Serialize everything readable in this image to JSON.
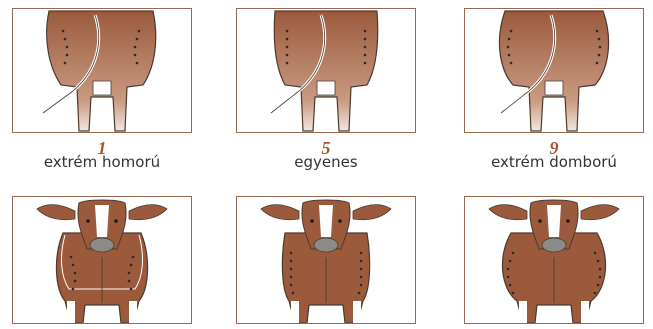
{
  "items": [
    {
      "score": "1",
      "label": "extrém homorú",
      "shape": "concave"
    },
    {
      "score": "5",
      "label": "egyenes",
      "shape": "straight"
    },
    {
      "score": "9",
      "label": "extrém domború",
      "shape": "convex"
    }
  ],
  "colors": {
    "coat": "#9b5a3c",
    "coat_light": "#d9b8a4",
    "outline": "#4a3a30",
    "score": "#b0532a",
    "frame": "#9a6a50"
  }
}
